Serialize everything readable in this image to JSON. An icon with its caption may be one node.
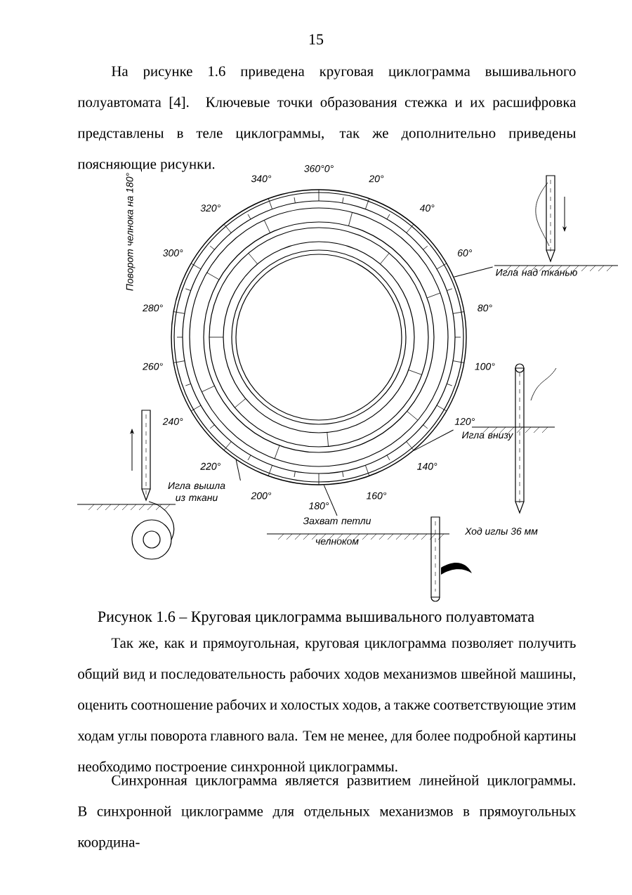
{
  "diagram": {
    "caption": "Рисунок 1.6 – Круговая циклограмма вышивального полуавтомата",
    "nodes": [
      {
        "text": [],
        "shape": "circle"
      },
      {
        "text": [
          "Игла над тканью"
        ]
      },
      {
        "text": [
          "Игла внизу"
        ]
      },
      {
        "text": [
          "Захват петли",
          "челноком"
        ]
      },
      {
        "text": [
          "Игла вышла из ткани"
        ]
      }
    ],
    "edges": [
      {
        "from": 1,
        "to": 0,
        "arrow": "none"
      },
      {
        "from": 2,
        "to": 0,
        "arrow": "none"
      },
      {
        "from": 3,
        "to": 0,
        "arrow": "none"
      },
      {
        "from": 4,
        "to": 0,
        "arrow": "none"
      }
    ],
    "labels": [
      "15",
      "На рисунке 1.6 приведена круговая циклограмма вышивального полуавтомата [4]. Ключевые точки образования стежка и их расшифровка представлены в теле циклограммы, так же дополнительно приведены поясняющие рисунки.",
      "360°0°",
      "20°",
      "40°",
      "60°",
      "80°",
      "100°",
      "120°",
      "140°",
      "160°",
      "180°",
      "200°",
      "220°",
      "240°",
      "260°",
      "280°",
      "300°",
      "320°",
      "340°",
      "Поворот челнока на 180°",
      "Ход иглы 36 мм",
      "Так же, как и прямоугольная, круговая циклограмма позволяет получить общий вид и последовательность рабочих ходов механизмов швейной машины, оценить соотношение рабочих и холостых ходов, а также соответствующие этим ходам углы поворота главного вала. Тем не менее, для более подробной картины необходимо построение синхронной циклограммы.",
      "Синхронная циклограмма является развитием линейной циклограммы. В синхронной циклограмме для отдельных механизмов в прямоугольных координа-"
    ]
  }
}
